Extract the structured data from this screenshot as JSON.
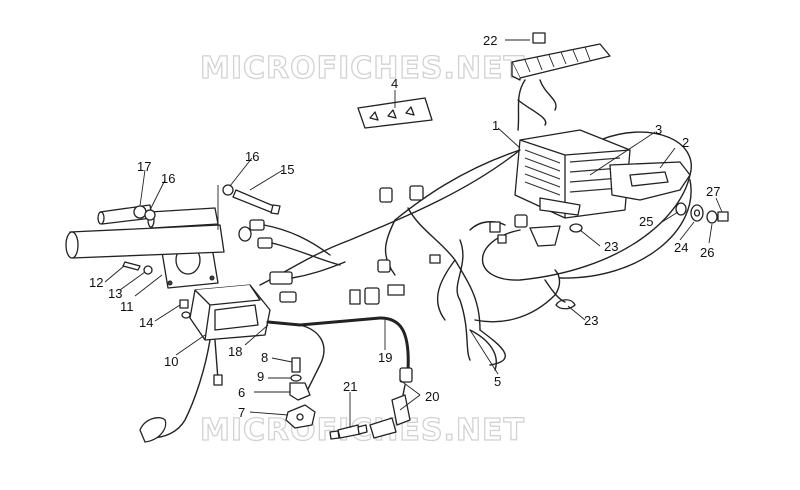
{
  "watermark": {
    "top": "MICROFICHES.NET",
    "bottom": "MICROFICHES.NET"
  },
  "callouts": {
    "c1": "1",
    "c2": "2",
    "c3": "3",
    "c4": "4",
    "c5": "5",
    "c6": "6",
    "c7": "7",
    "c8": "8",
    "c9": "9",
    "c10": "10",
    "c11": "11",
    "c12": "12",
    "c13": "13",
    "c14": "14",
    "c15": "15",
    "c16a": "16",
    "c16b": "16",
    "c17": "17",
    "c18": "18",
    "c19": "19",
    "c20": "20",
    "c21": "21",
    "c22": "22",
    "c23a": "23",
    "c23b": "23",
    "c24": "24",
    "c25": "25",
    "c26": "26",
    "c27": "27"
  }
}
